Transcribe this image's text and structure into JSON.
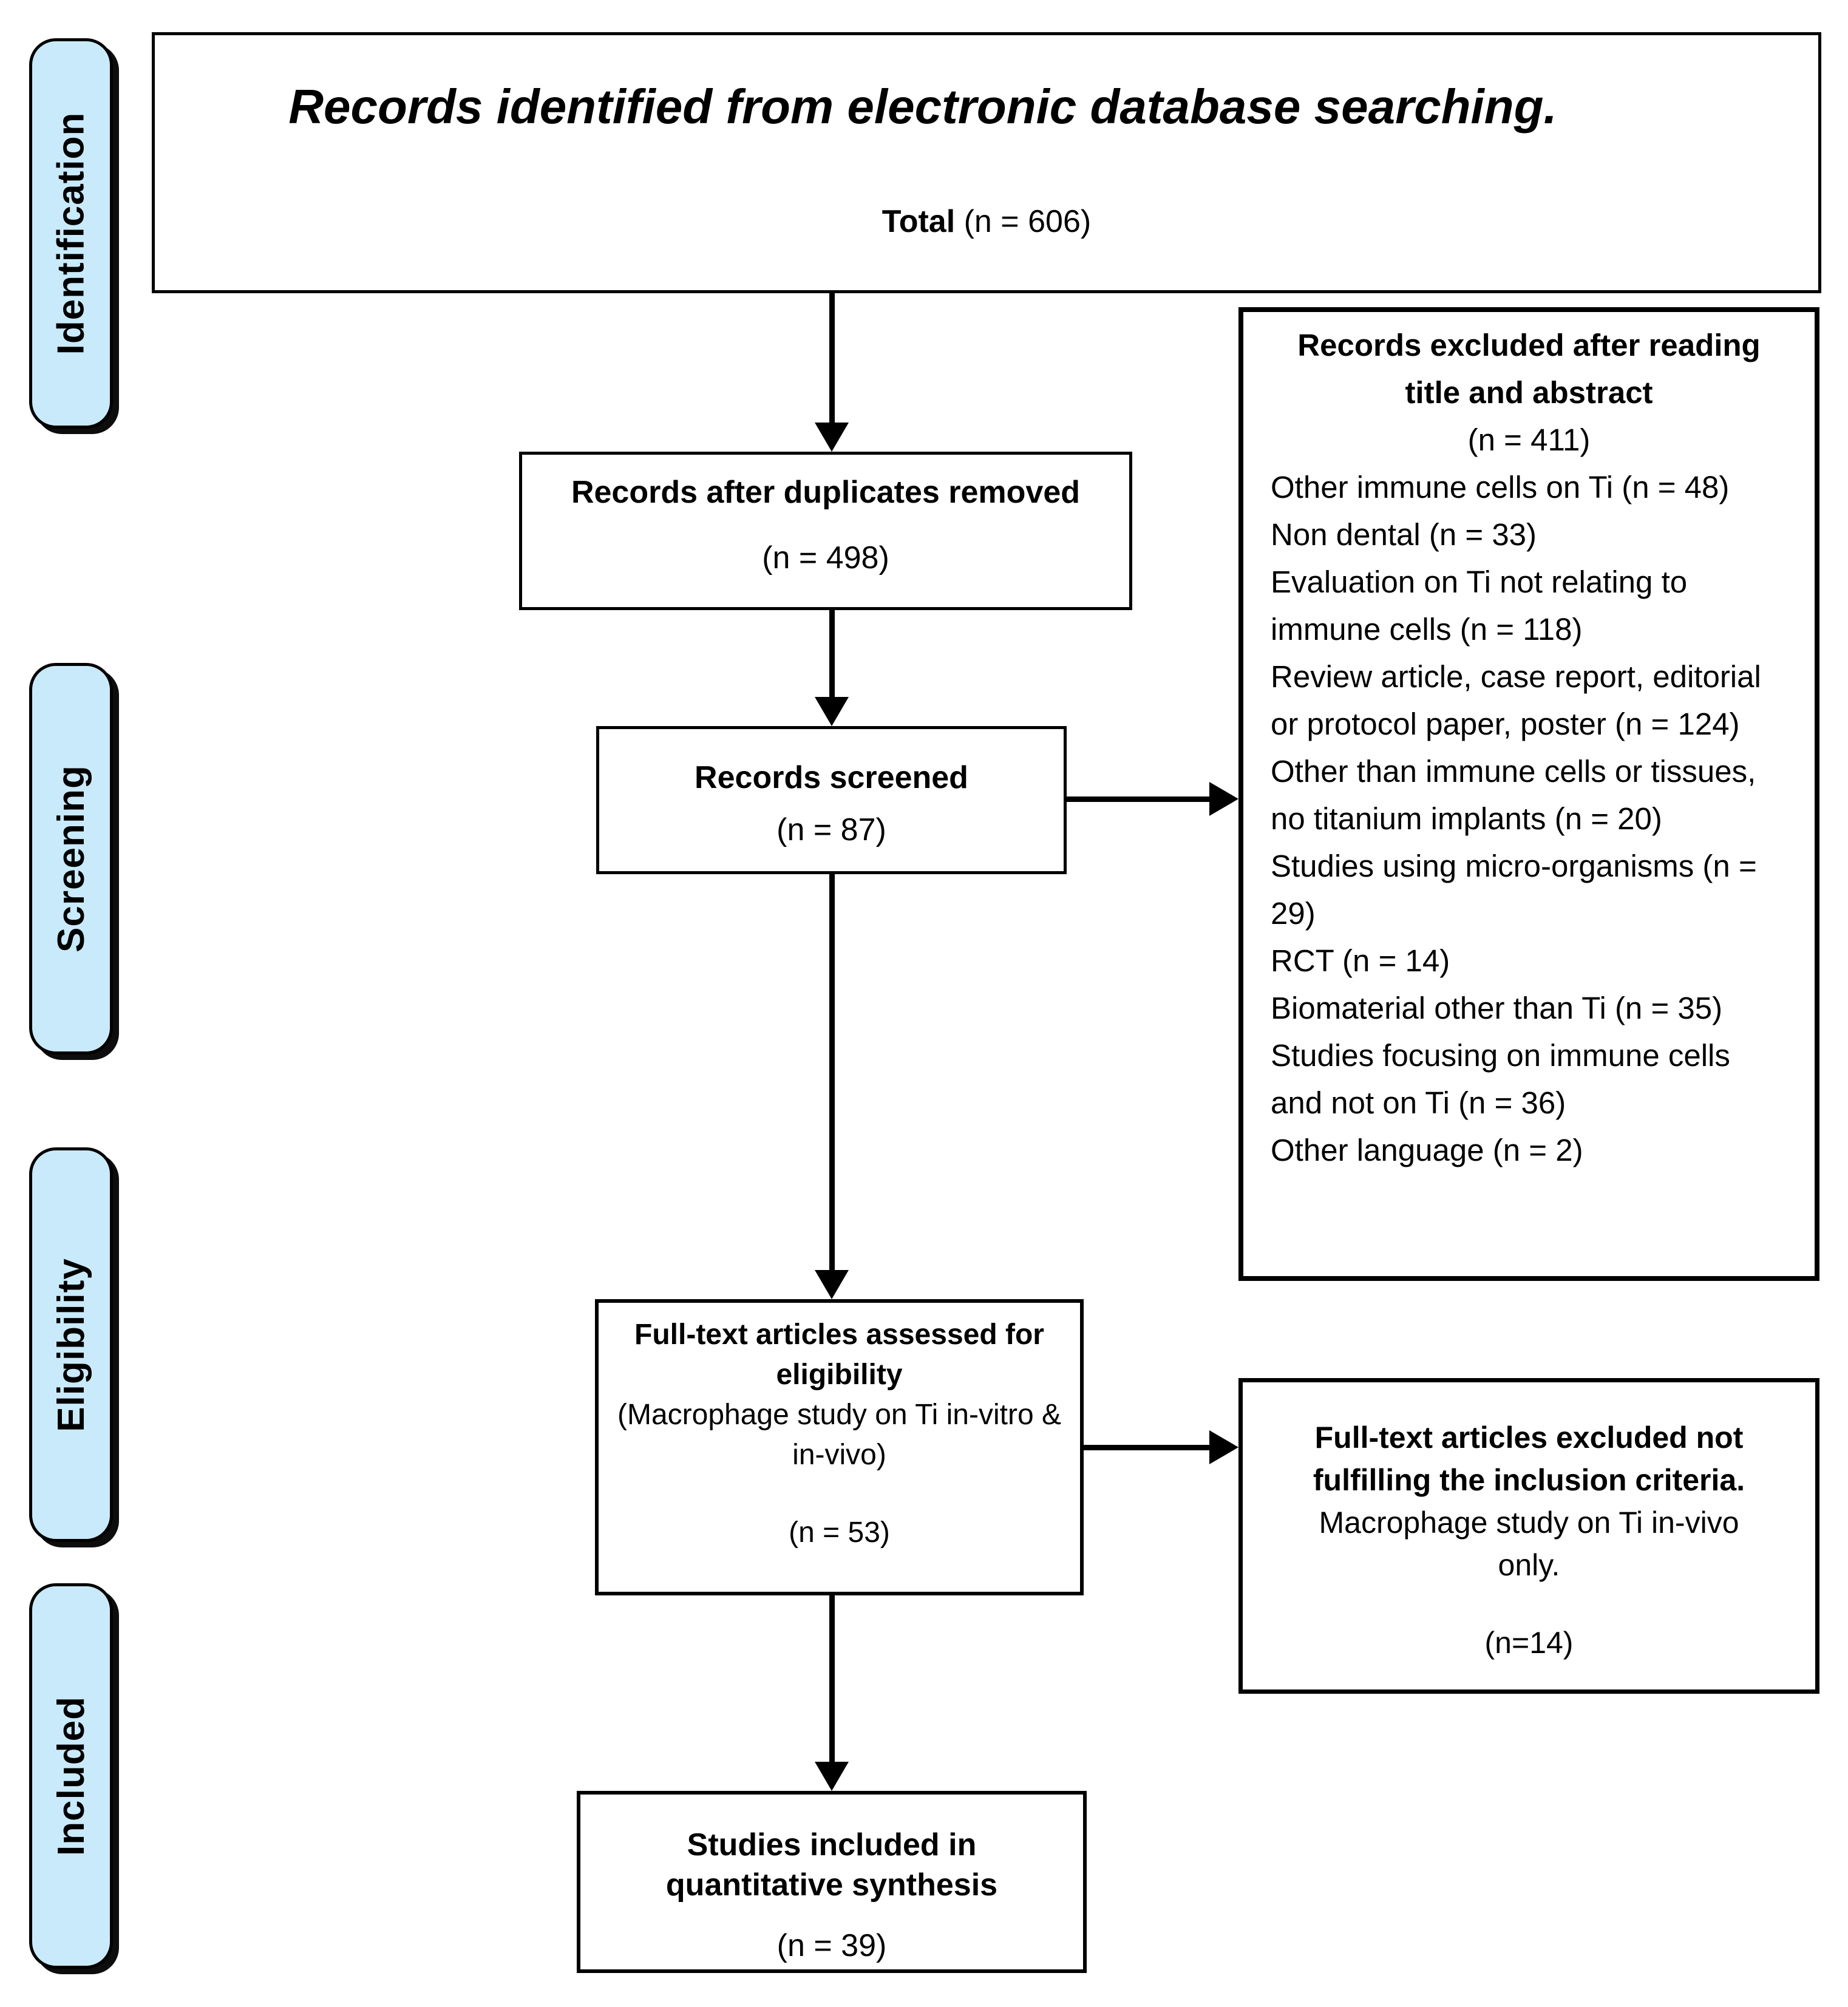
{
  "stages": {
    "identification": "Identification",
    "screening": "Screening",
    "eligibility": "Eligibility",
    "included": "Included"
  },
  "colors": {
    "stage_fill": "#C9EAFB",
    "line": "#000000",
    "background": "#FFFFFF"
  },
  "boxes": {
    "identified": {
      "title": "Records identified from electronic database searching.",
      "total_label": "Total",
      "total_value": "(n = 606)"
    },
    "after_duplicates": {
      "title": "Records after duplicates removed",
      "n": "(n = 498)"
    },
    "screened": {
      "title": "Records screened",
      "n": "(n = 87)"
    },
    "excluded_title_abstract": {
      "title": "Records excluded after reading title and abstract",
      "n": "(n = 411)",
      "items": [
        "Other immune cells on Ti (n = 48)",
        "Non dental (n = 33)",
        "Evaluation on Ti not relating to immune cells (n = 118)",
        "Review article, case report, editorial or protocol paper, poster (n = 124)",
        "Other than immune cells or tissues, no titanium implants (n = 20)",
        "Studies using micro-organisms (n = 29)",
        "RCT (n = 14)",
        "Biomaterial other than Ti (n = 35)",
        "Studies focusing on immune cells and not on Ti (n = 36)",
        "Other language (n = 2)"
      ]
    },
    "fulltext_assessed": {
      "title": "Full-text articles assessed for eligibility",
      "subtitle": "(Macrophage study on Ti in-vitro & in-vivo)",
      "n": "(n = 53)"
    },
    "fulltext_excluded": {
      "title": "Full-text articles excluded not fulfilling the inclusion criteria.",
      "subtitle": "Macrophage study on Ti in-vivo only.",
      "n": "(n=14)"
    },
    "included_quantitative": {
      "title": "Studies included in quantitative synthesis",
      "n": "(n = 39)"
    }
  }
}
